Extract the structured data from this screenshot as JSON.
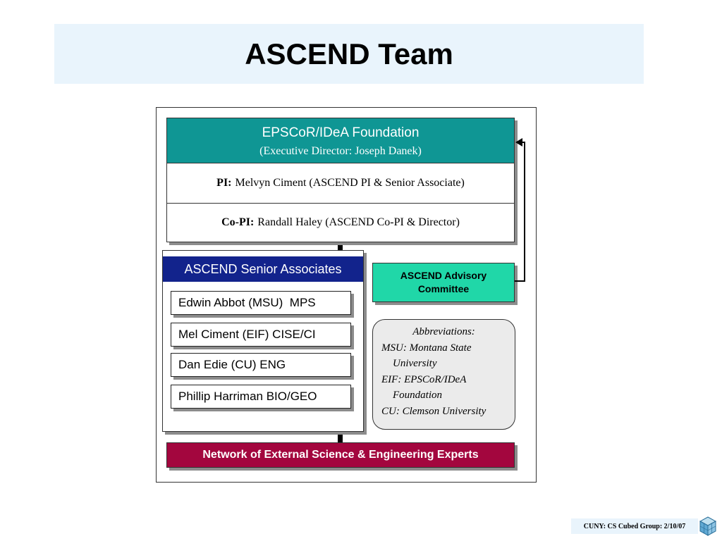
{
  "title": "ASCEND Team",
  "foundation": {
    "title": "EPSCoR/IDeA Foundation",
    "subtitle": "(Executive Director: Joseph Danek)",
    "pi_label": "PI:",
    "pi_text": "Melvyn Ciment (ASCEND PI & Senior Associate)",
    "copi_label": "Co-PI:",
    "copi_text": "Randall Haley (ASCEND Co-PI & Director)"
  },
  "senior_associates": {
    "title": "ASCEND Senior Associates",
    "members": [
      "Edwin Abbot (MSU)  MPS",
      "Mel Ciment (EIF) CISE/CI",
      "Dan Edie (CU) ENG",
      "Phillip Harriman BIO/GEO"
    ]
  },
  "advisory": "ASCEND Advisory Committee",
  "abbreviations": {
    "title": "Abbreviations:",
    "lines": [
      "MSU: Montana State",
      "University",
      "EIF: EPSCoR/IDeA",
      "Foundation",
      "CU: Clemson University"
    ]
  },
  "network": "Network of External Science & Engineering Experts",
  "footer": "CUNY: CS Cubed Group: 2/10/07",
  "colors": {
    "foundation_header": "#0f9694",
    "senior_header": "#12238c",
    "advisory": "#20d7a8",
    "network": "#a3063e",
    "title_band": "#e9f4fc"
  }
}
